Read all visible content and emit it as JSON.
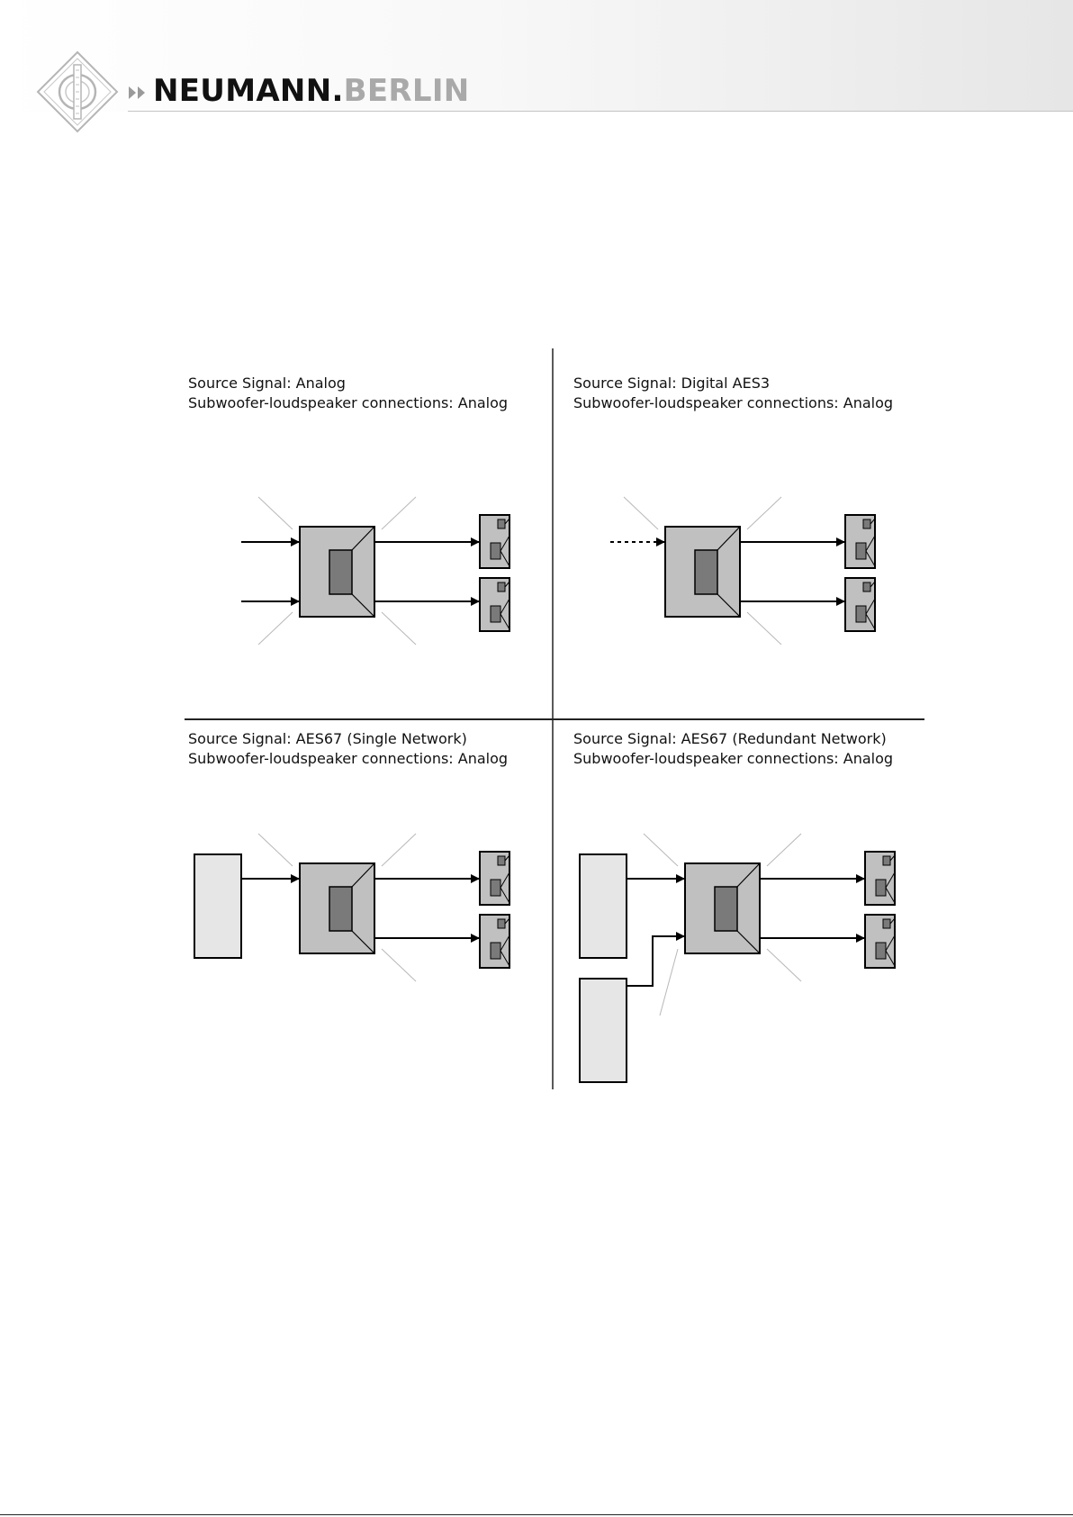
{
  "header": {
    "brand_main": "NEUMANN.",
    "brand_sub": "BERLIN",
    "logo_icon": "neumann-diamond-logo"
  },
  "quadrants": [
    {
      "source_line": "Source Signal: Analog",
      "connection_line": "Subwoofer-loudspeaker connections: Analog"
    },
    {
      "source_line": "Source Signal: Digital AES3",
      "connection_line": "Subwoofer-loudspeaker connections: Analog"
    },
    {
      "source_line": "Source Signal: AES67 (Single Network)",
      "connection_line": "Subwoofer-loudspeaker connections: Analog"
    },
    {
      "source_line": "Source Signal: AES67 (Redundant Network)",
      "connection_line": "Subwoofer-loudspeaker connections: Analog"
    }
  ],
  "colors": {
    "subwoofer_fill": "#c0c0c0",
    "driver_fill": "#7a7a7a",
    "network_device_fill": "#e6e6e6",
    "callout_line": "#b8b8b8",
    "logo_stroke": "#b5b5b5"
  }
}
